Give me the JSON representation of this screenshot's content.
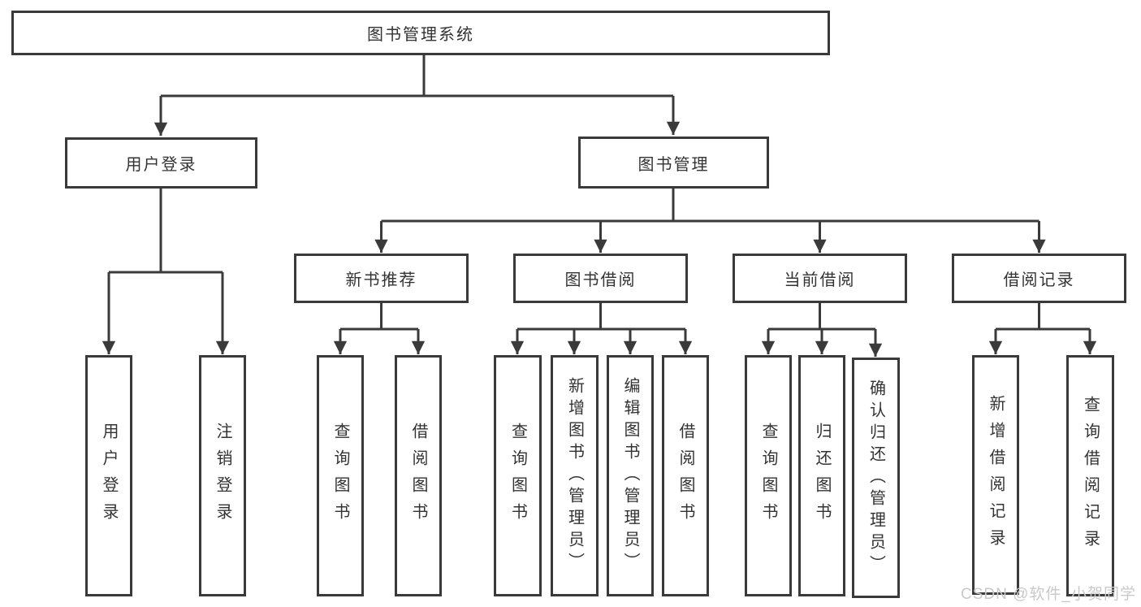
{
  "diagram": {
    "type": "hierarchy-tree",
    "root": {
      "label": "图书管理系统"
    },
    "branches": [
      {
        "label": "用户登录"
      },
      {
        "label": "图书管理"
      }
    ],
    "modules": [
      {
        "label": "新书推荐",
        "parent": "图书管理"
      },
      {
        "label": "图书借阅",
        "parent": "图书管理"
      },
      {
        "label": "当前借阅",
        "parent": "图书管理"
      },
      {
        "label": "借阅记录",
        "parent": "图书管理"
      }
    ],
    "leaves": [
      {
        "label": "用户登录",
        "parent": "用户登录"
      },
      {
        "label": "注销登录",
        "parent": "用户登录"
      },
      {
        "label": "查询图书",
        "parent": "新书推荐"
      },
      {
        "label": "借阅图书",
        "parent": "新书推荐"
      },
      {
        "label": "查询图书",
        "parent": "图书借阅"
      },
      {
        "label": "新增图书（管理员）",
        "parent": "图书借阅"
      },
      {
        "label": "编辑图书（管理员）",
        "parent": "图书借阅"
      },
      {
        "label": "借阅图书",
        "parent": "图书借阅"
      },
      {
        "label": "查询图书",
        "parent": "当前借阅"
      },
      {
        "label": "归还图书",
        "parent": "当前借阅"
      },
      {
        "label": "确认归还（管理员）",
        "parent": "当前借阅"
      },
      {
        "label": "新增借阅记录",
        "parent": "借阅记录"
      },
      {
        "label": "查询借阅记录",
        "parent": "借阅记录"
      }
    ]
  },
  "watermark": {
    "text": "CSDN @软件_小贺同学"
  },
  "colors": {
    "line": "#3a3a3a",
    "text": "#333333",
    "watermark": "#c9c9c9",
    "background": "#ffffff"
  }
}
